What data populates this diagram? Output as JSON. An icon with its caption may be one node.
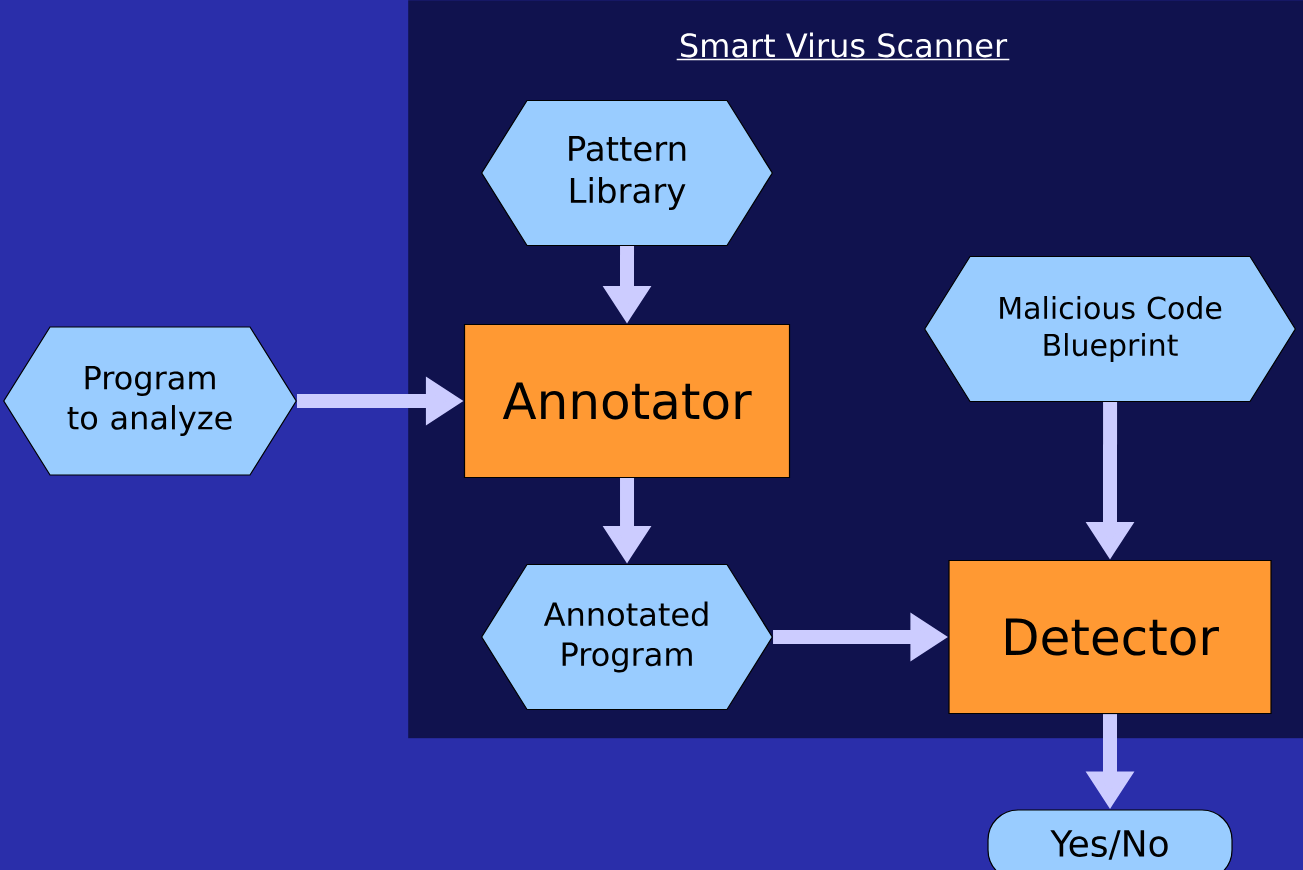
{
  "diagram": {
    "nodes": [
      {
        "text": [
          "Smart Virus Scanner"
        ]
      },
      {
        "text": [
          "Program to analyze"
        ]
      },
      {
        "text": [
          "Pattern Library"
        ],
        "in": 0
      },
      {
        "text": [
          "Annotator"
        ],
        "in": 0
      },
      {
        "text": [
          "Malicious Code Blueprint"
        ],
        "in": 0
      },
      {
        "text": [
          "Annotated Program"
        ],
        "in": 0
      },
      {
        "text": [
          "Detector"
        ],
        "in": 0
      },
      {
        "text": [
          "Yes/No"
        ]
      }
    ],
    "edges": [
      {
        "from": 1,
        "to": 3,
        "arrow": "to"
      },
      {
        "from": 2,
        "to": 3,
        "arrow": "to"
      },
      {
        "from": 3,
        "to": 5,
        "arrow": "to"
      },
      {
        "from": 4,
        "to": 6,
        "arrow": "to"
      },
      {
        "from": 5,
        "to": 6,
        "arrow": "to"
      },
      {
        "from": 6,
        "to": 7,
        "arrow": "to"
      }
    ]
  }
}
